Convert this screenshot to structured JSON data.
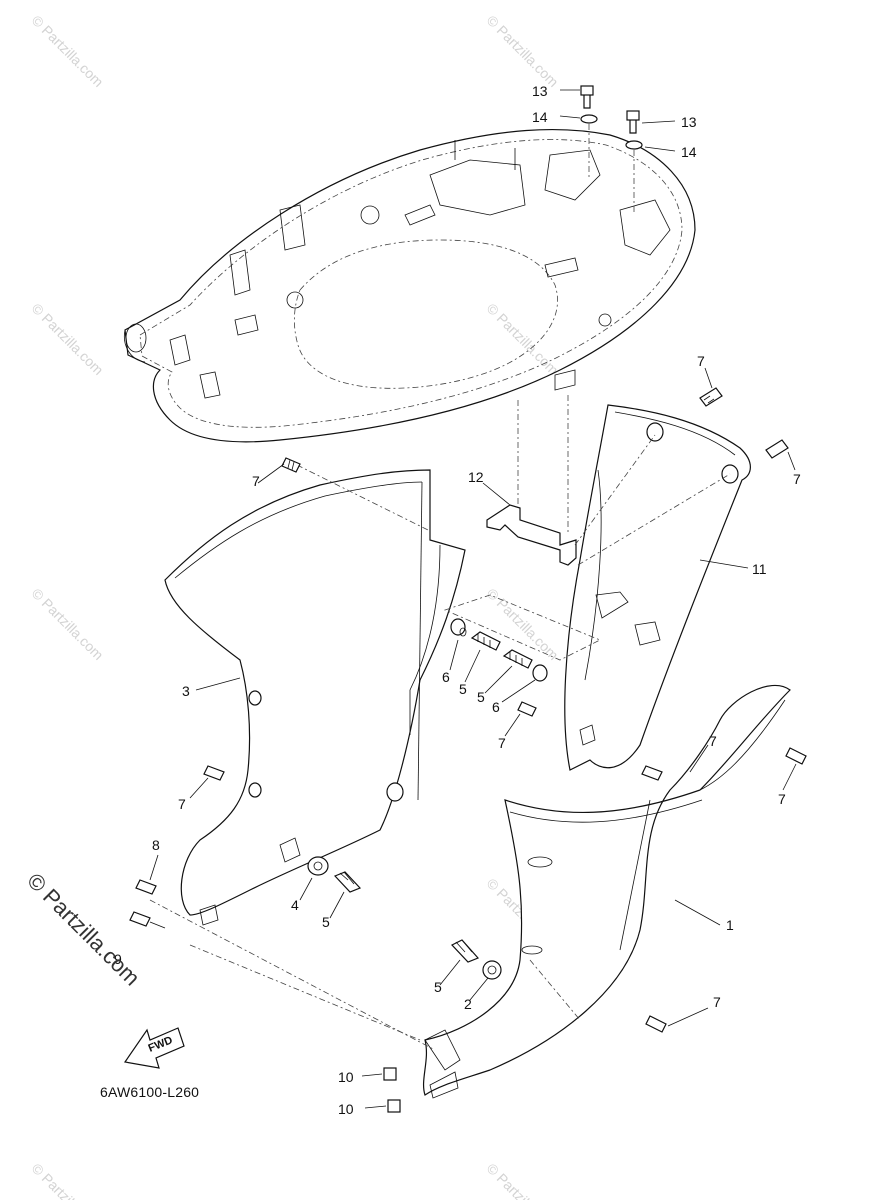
{
  "diagram_code": "6AW6100-L260",
  "fwd_label": "FWD",
  "watermark_small": "© Partzilla.com",
  "watermark_large": "© Partzilla.com",
  "callouts": [
    {
      "id": "c13a",
      "text": "13"
    },
    {
      "id": "c14a",
      "text": "14"
    },
    {
      "id": "c13b",
      "text": "13"
    },
    {
      "id": "c14b",
      "text": "14"
    },
    {
      "id": "c7a",
      "text": "7"
    },
    {
      "id": "c7b",
      "text": "7"
    },
    {
      "id": "c7c",
      "text": "7"
    },
    {
      "id": "c12",
      "text": "12"
    },
    {
      "id": "c11",
      "text": "11"
    },
    {
      "id": "c3",
      "text": "3"
    },
    {
      "id": "c6a",
      "text": "6"
    },
    {
      "id": "c5a",
      "text": "5"
    },
    {
      "id": "c5b",
      "text": "5"
    },
    {
      "id": "c6b",
      "text": "6"
    },
    {
      "id": "c7d",
      "text": "7"
    },
    {
      "id": "c7e",
      "text": "7"
    },
    {
      "id": "c7f",
      "text": "7"
    },
    {
      "id": "c7g",
      "text": "7"
    },
    {
      "id": "c8",
      "text": "8"
    },
    {
      "id": "c4",
      "text": "4"
    },
    {
      "id": "c5c",
      "text": "5"
    },
    {
      "id": "c1",
      "text": "1"
    },
    {
      "id": "c9",
      "text": "9"
    },
    {
      "id": "c5d",
      "text": "5"
    },
    {
      "id": "c2",
      "text": "2"
    },
    {
      "id": "c7h",
      "text": "7"
    },
    {
      "id": "c10a",
      "text": "10"
    },
    {
      "id": "c10b",
      "text": "10"
    }
  ]
}
